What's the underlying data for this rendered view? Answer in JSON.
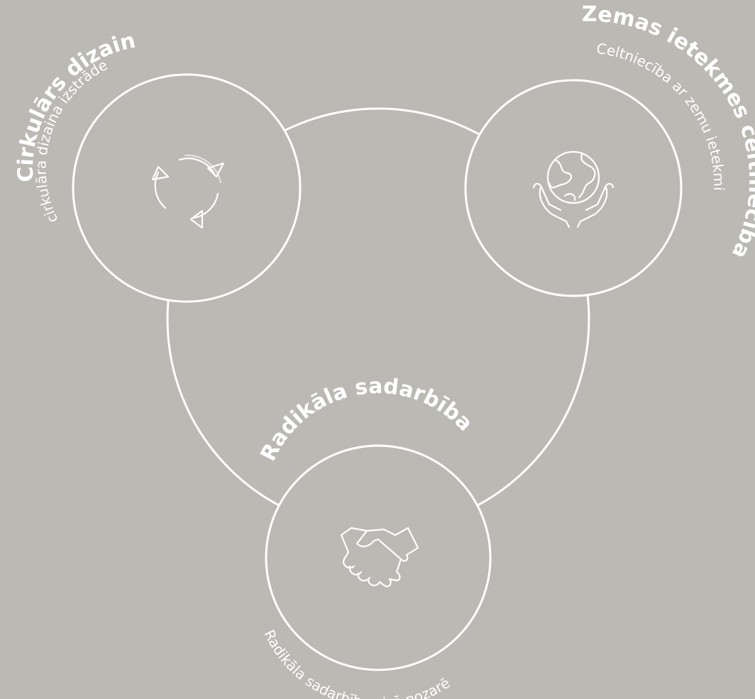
{
  "nodes": [
    {
      "id": "circular-design",
      "title": "Cirkulārs dizains",
      "subtitle": "cirkulāra dizaina izstrāde",
      "icon": "recycle-icon"
    },
    {
      "id": "low-impact",
      "title": "Zemas ietekmes celtniecība",
      "subtitle": "Celtniecība ar zemu ietekmi",
      "icon": "globe-hands-icon"
    },
    {
      "id": "collaboration",
      "title": "Radikāla sadarbība",
      "subtitle": "Radikāla sadarbība visā nozarē",
      "icon": "handshake-icon"
    }
  ],
  "colors": {
    "background": "#bab9b4",
    "stroke": "#ffffff"
  }
}
